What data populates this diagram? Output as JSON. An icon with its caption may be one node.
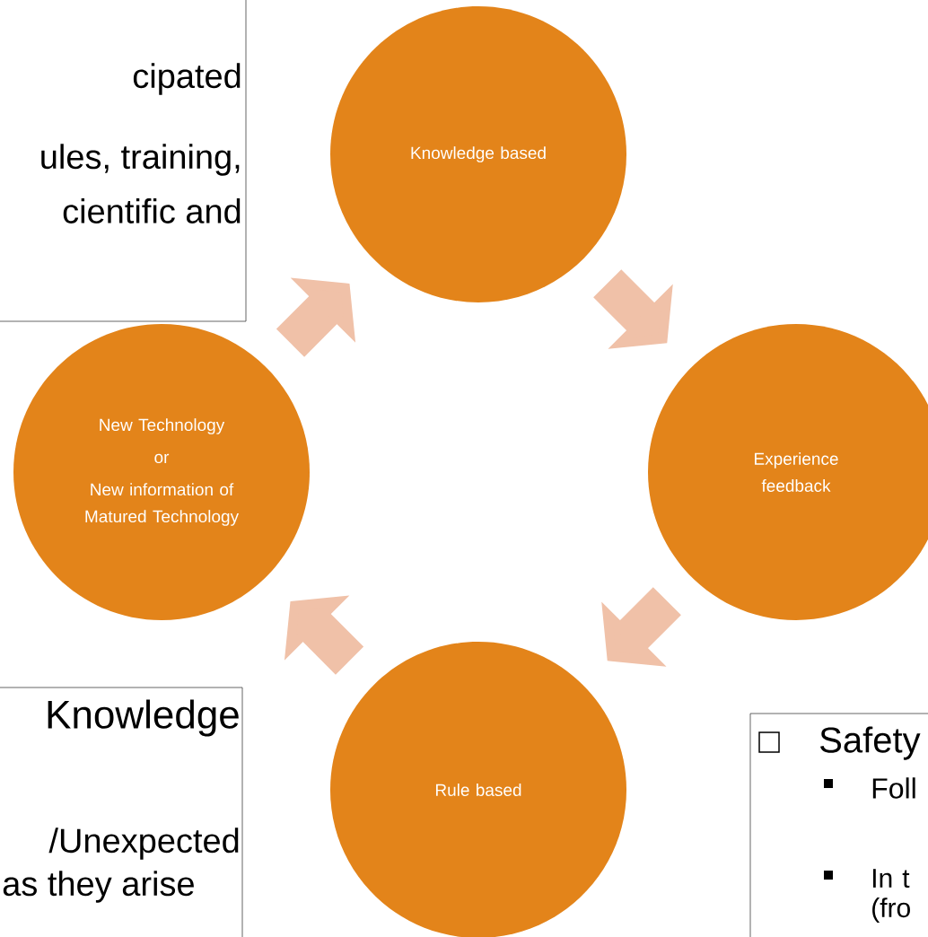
{
  "diagram": {
    "nodes": [
      {
        "text": [
          "Knowledge based"
        ]
      },
      {
        "text": [
          "Experience feedback"
        ]
      },
      {
        "text": [
          "Rule based"
        ]
      },
      {
        "text": [
          "New Technology",
          "or",
          "New information of Matured Technology"
        ]
      },
      {
        "text": [
          "cipated",
          "ules, training,",
          "cientific and"
        ]
      },
      {
        "text": [
          "Knowledge",
          "/Unexpected",
          "as they arise"
        ]
      },
      {
        "text": [
          "Safety",
          "Foll",
          "In t (fro"
        ]
      }
    ],
    "edges": [
      {
        "from": 0,
        "to": 1,
        "arrow": "to"
      },
      {
        "from": 1,
        "to": 2,
        "arrow": "to"
      },
      {
        "from": 2,
        "to": 3,
        "arrow": "to"
      },
      {
        "from": 3,
        "to": 0,
        "arrow": "to"
      }
    ]
  }
}
